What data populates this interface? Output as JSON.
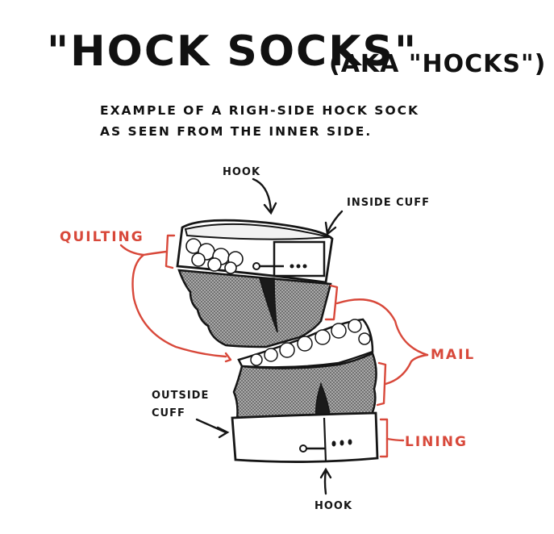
{
  "title": "\"HOCK SOCKS\"",
  "aka": "(AKA \"HOCKS\")",
  "subtitle": {
    "line1": "EXAMPLE OF A RIGH-SIDE HOCK SOCK",
    "line2": "AS SEEN FROM THE INNER SIDE."
  },
  "labels": {
    "hook_top": "HOOK",
    "inside_cuff": "INSIDE CUFF",
    "quilting": "QUILTING",
    "mail": "MAIL",
    "outside_cuff_line1": "OUTSIDE",
    "outside_cuff_line2": "CUFF",
    "lining": "LINING",
    "hook_bottom": "HOOK"
  },
  "colors": {
    "ink": "#151515",
    "annotation_red": "#d8483a",
    "mail_fill": "#a9a9a9"
  }
}
